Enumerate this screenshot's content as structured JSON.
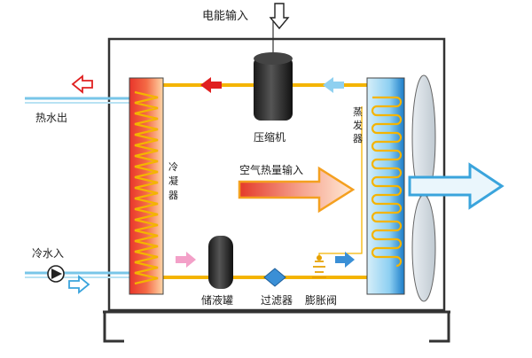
{
  "labels": {
    "power_input": "电能输入",
    "hot_water_out": "热水出",
    "cold_water_in": "冷水入",
    "compressor": "压缩机",
    "evaporator": "蒸发器",
    "condenser": "冷凝器",
    "air_heat_input": "空气热量输入",
    "receiver_tank": "储液罐",
    "filter": "过滤器",
    "expansion_valve": "膨胀阀"
  },
  "colors": {
    "refrigerant_pipe": "#f4b400",
    "condenser_hot": "#e8352b",
    "condenser_warm": "#ffd7a8",
    "evaporator_cool": "#8ed0f2",
    "water_pipe": "#78c6e8",
    "red_arrow": "#e02020",
    "blue_arrow": "#3aa4dc",
    "pink_arrow": "#f3a0c8",
    "frame": "#333333"
  }
}
